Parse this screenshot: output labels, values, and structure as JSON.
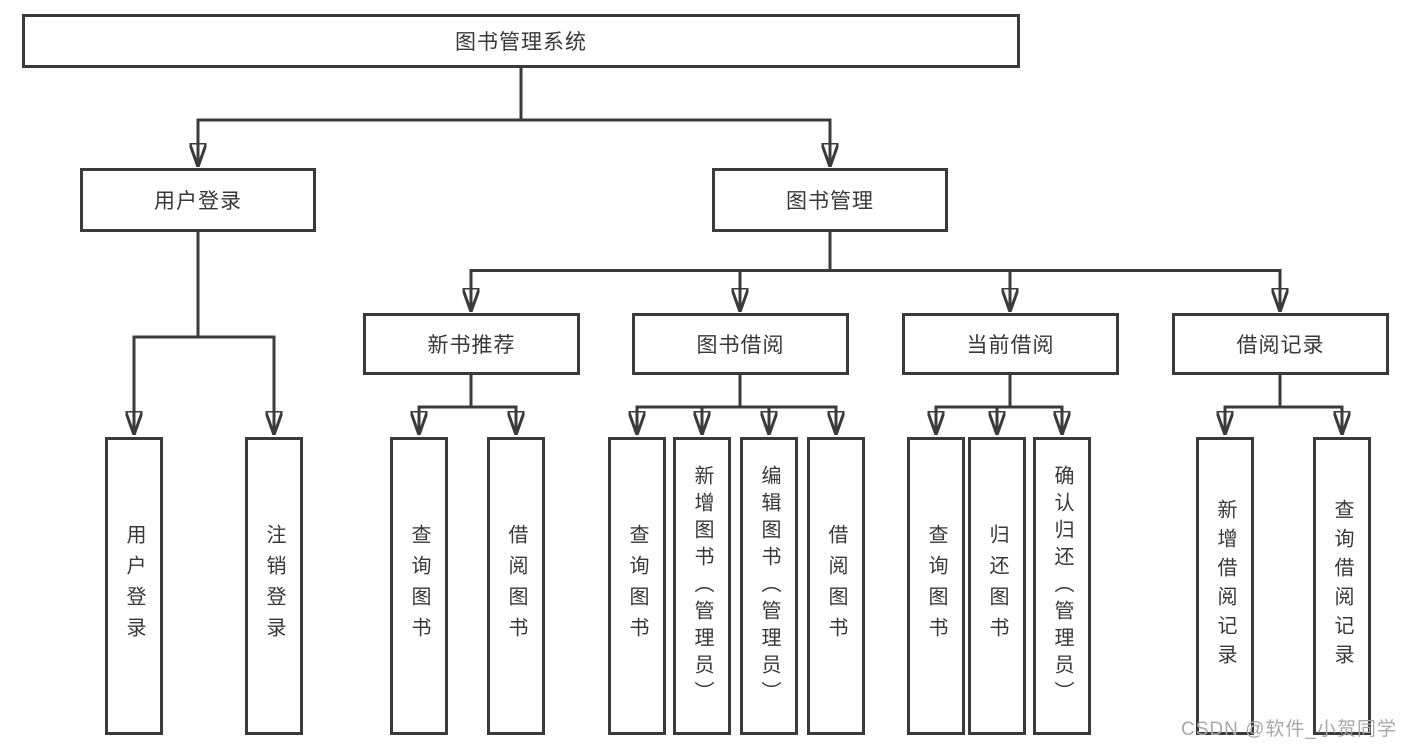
{
  "watermark": "CSDN @软件_小贺同学",
  "colors": {
    "line": "#3b3b3b",
    "box_border": "#3a3a3a",
    "text": "#383838",
    "watermark": "#a9a9a9",
    "background": "#ffffff"
  },
  "diagram": {
    "type": "hierarchy",
    "root": "图书管理系统",
    "level2": {
      "user_login": "用户登录",
      "book_management": "图书管理"
    },
    "level3": {
      "new_book_recommend": "新书推荐",
      "book_borrowing": "图书借阅",
      "current_borrowing": "当前借阅",
      "borrowing_records": "借阅记录"
    },
    "leaves": {
      "user_login": [
        "用户登录",
        "注销登录"
      ],
      "new_book_recommend": [
        "查询图书",
        "借阅图书"
      ],
      "book_borrowing": [
        "查询图书",
        "新增图书（管理员）",
        "编辑图书（管理员）",
        "借阅图书"
      ],
      "current_borrowing": [
        "查询图书",
        "归还图书",
        "确认归还（管理员）"
      ],
      "borrowing_records": [
        "新增借阅记录",
        "查询借阅记录"
      ]
    }
  }
}
